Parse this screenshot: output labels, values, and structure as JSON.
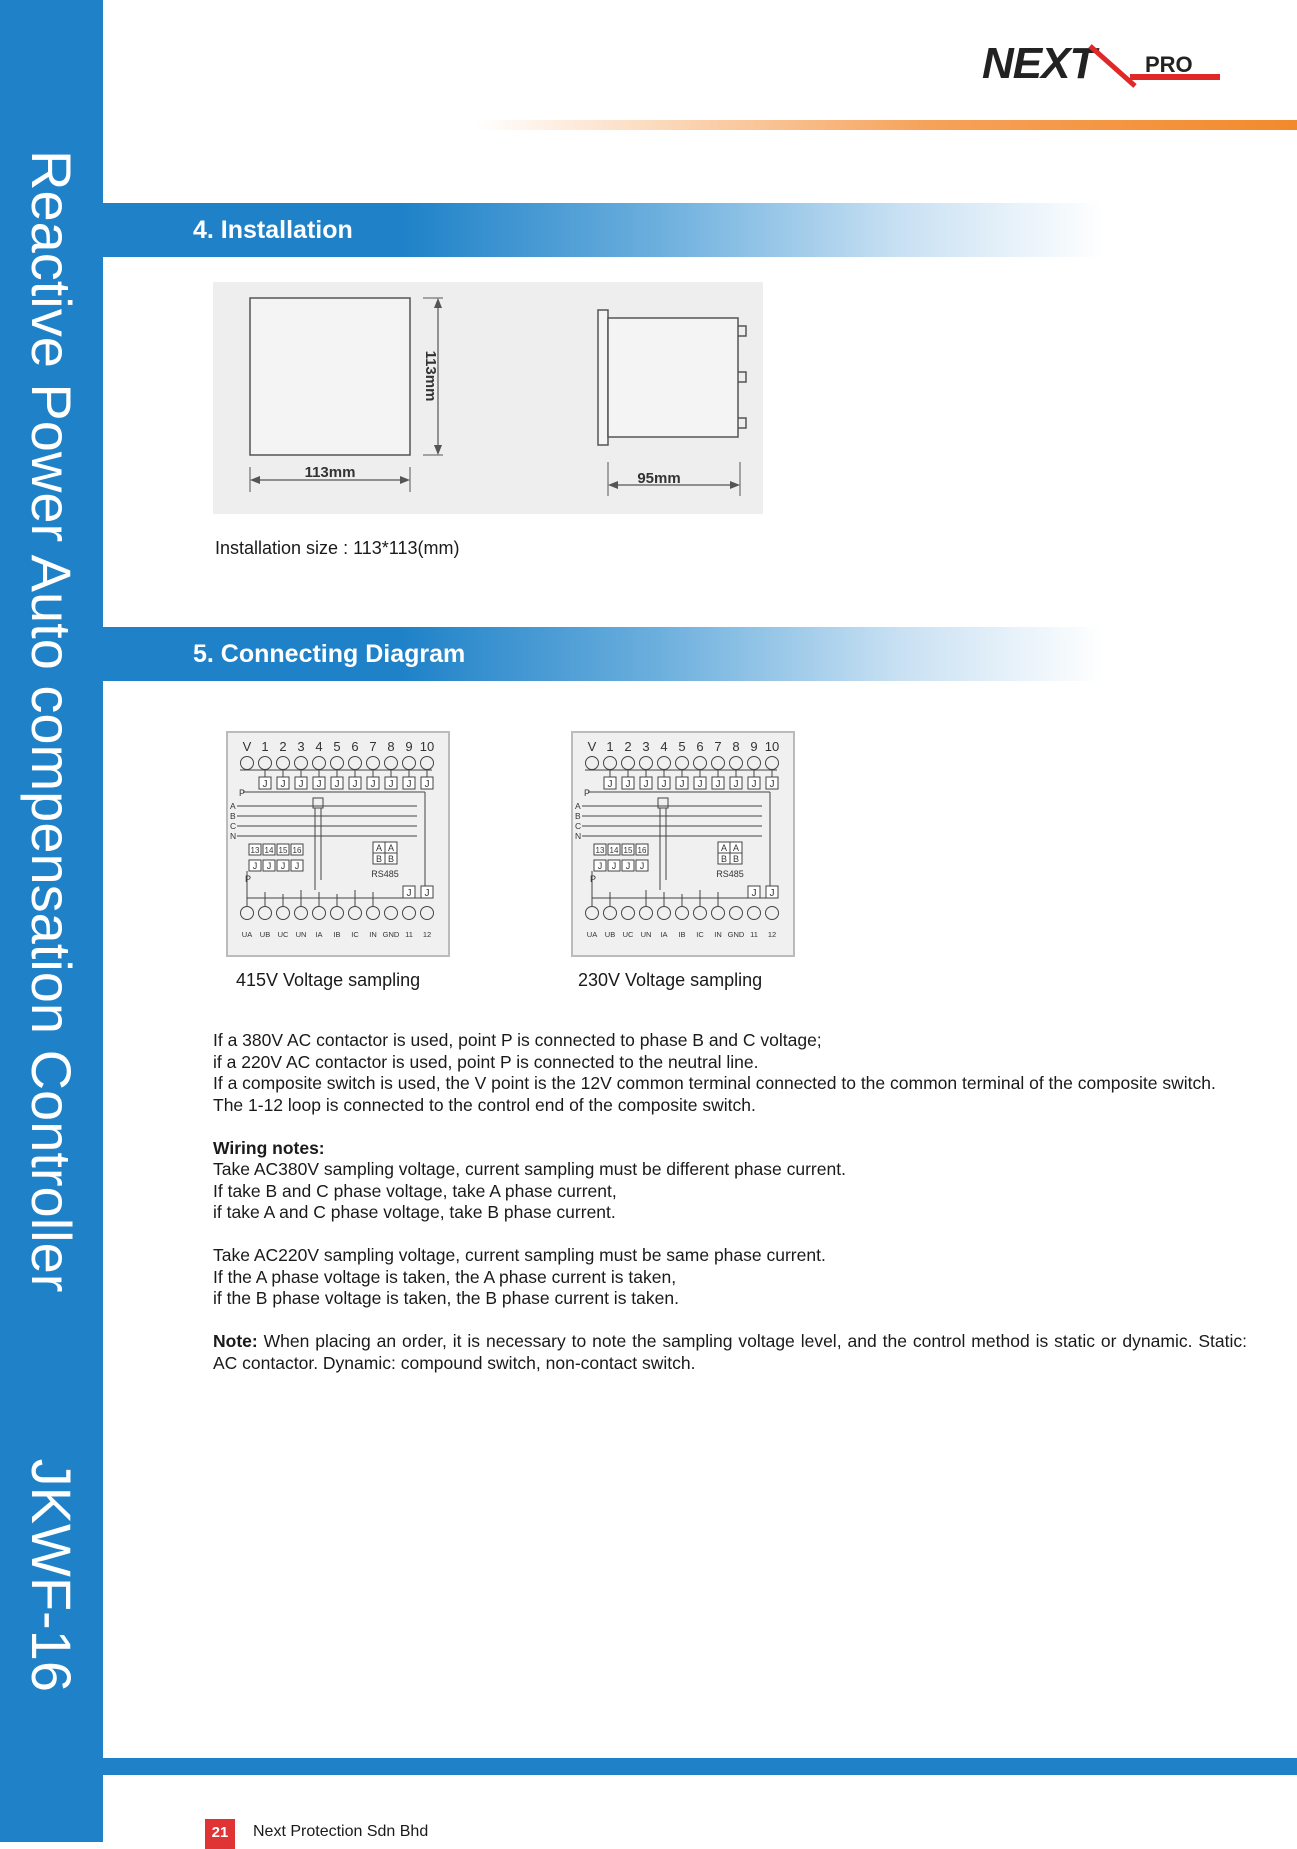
{
  "side": {
    "product_title": "Reactive Power Auto compensation Controller",
    "model": "JKWF-16"
  },
  "logo": {
    "text_main": "NEXT",
    "text_pro": "PRO"
  },
  "section4": {
    "title": "4. Installation",
    "dim_width": "113mm",
    "dim_height": "113mm",
    "dim_depth": "95mm",
    "caption": "Installation size : 113*113(mm)"
  },
  "section5": {
    "title": "5. Connecting Diagram",
    "top_labels": [
      "V",
      "1",
      "2",
      "3",
      "4",
      "5",
      "6",
      "7",
      "8",
      "9",
      "10"
    ],
    "bottom_labels": [
      "UA",
      "UB",
      "UC",
      "UN",
      "IA",
      "IB",
      "IC",
      "IN",
      "GND",
      "11",
      "12"
    ],
    "phase_labels": [
      "A",
      "B",
      "C",
      "N"
    ],
    "aux_terminals": [
      "13",
      "14",
      "15",
      "16"
    ],
    "rs485_label": "RS485",
    "ab_labels": [
      "A",
      "A",
      "B",
      "B"
    ],
    "point_label": "P",
    "relay_label": "J",
    "diagram1_caption": "415V Voltage sampling",
    "diagram2_caption": "230V Voltage sampling"
  },
  "notes": {
    "para1": [
      "If a 380V AC contactor is used, point P is connected to phase B and C voltage;",
      "if a 220V AC contactor is used, point P is connected to the neutral line.",
      "If a composite switch is used, the V point is the 12V common terminal connected to the common terminal of the composite switch.",
      "The 1-12 loop is connected to the control end of the composite switch."
    ],
    "wiring_title": "Wiring notes:",
    "wiring_a": [
      "Take AC380V sampling voltage, current sampling must be different phase current.",
      "If take B and C phase voltage, take A phase current,",
      "if take A and C phase voltage, take B phase current."
    ],
    "wiring_b": [
      "Take AC220V sampling voltage, current sampling must be same phase current.",
      "If the A phase voltage is taken, the A phase current is taken,",
      "if the B phase voltage is taken, the B phase current is taken."
    ],
    "note_label": "Note:",
    "note_text": " When placing an order, it is necessary to note the sampling voltage level, and the control method is static or dynamic. Static: AC contactor. Dynamic: compound switch, non-contact switch."
  },
  "footer": {
    "page": "21",
    "company": "Next Protection Sdn Bhd"
  },
  "colors": {
    "brand_blue": "#1f82c8",
    "accent_orange": "#f28a2c",
    "badge_red": "#e03434"
  }
}
